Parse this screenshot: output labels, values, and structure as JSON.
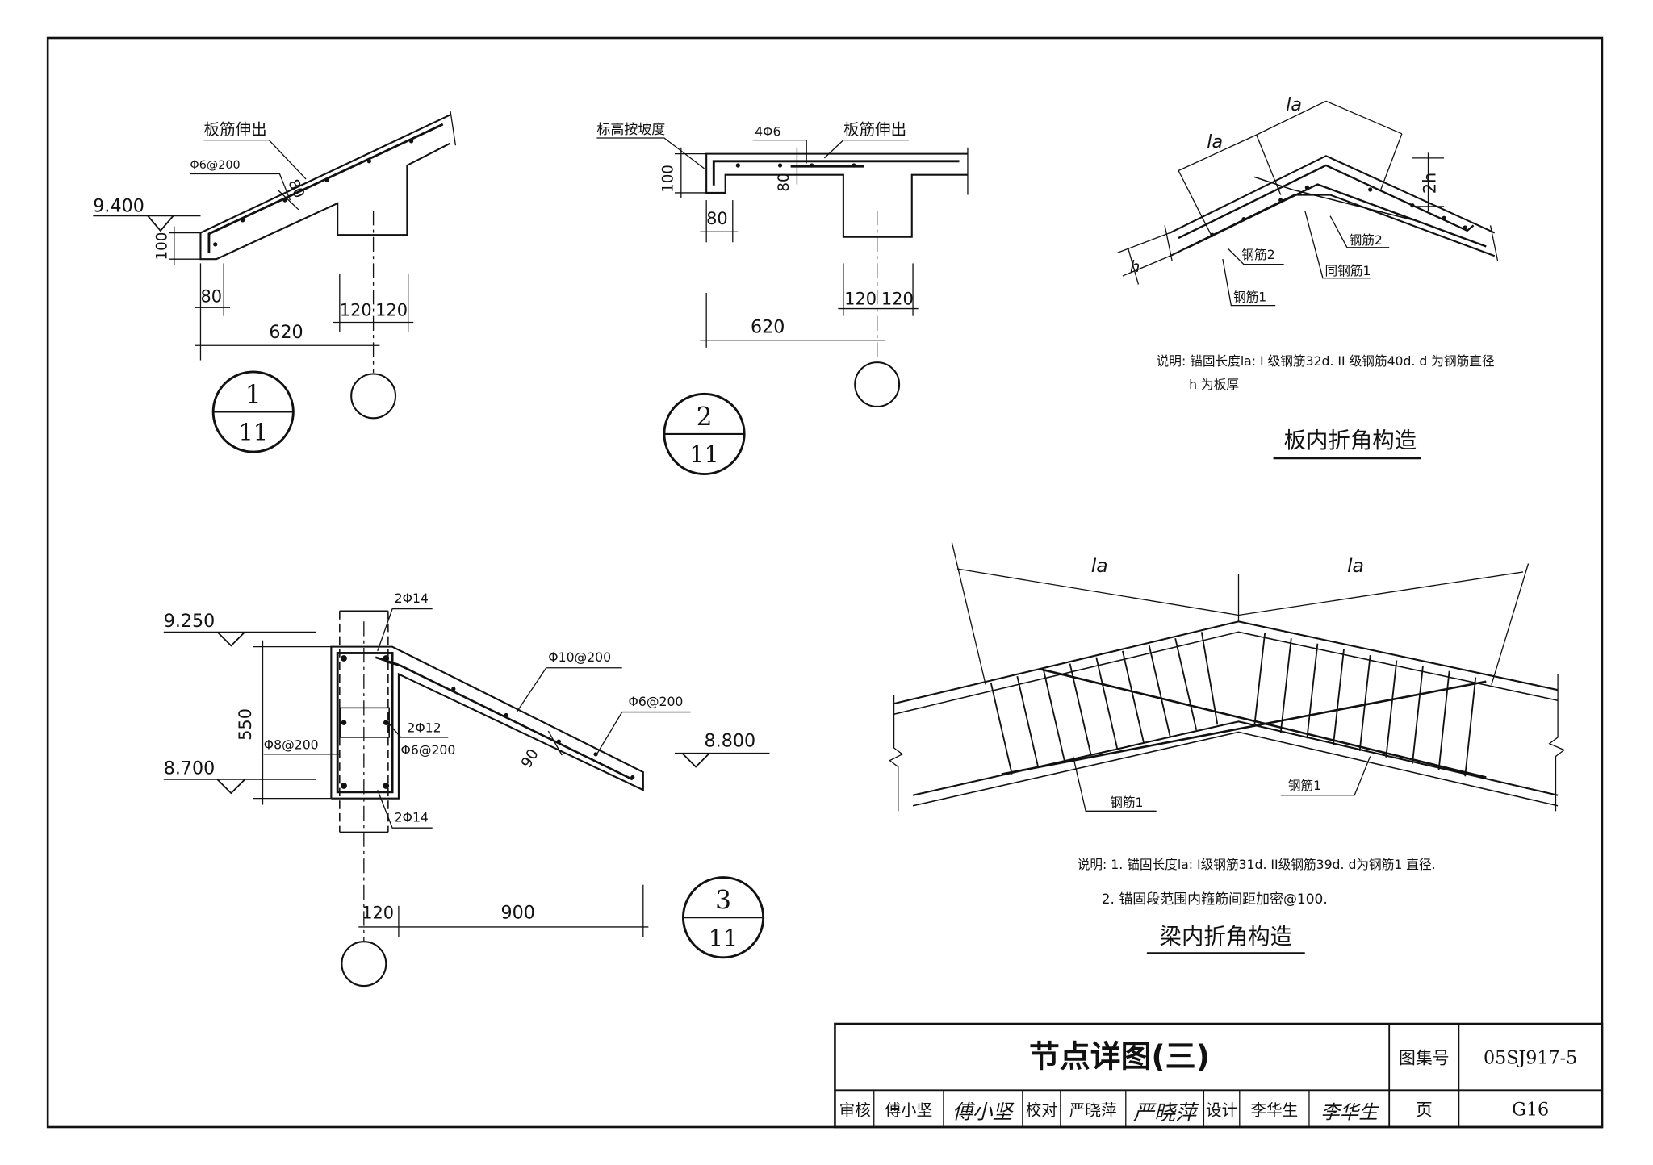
{
  "detail1": {
    "label_rebar_extend": "板筋伸出",
    "rebar_spec": "Φ6@200",
    "dim_thickness": "80",
    "elevation": "9.400",
    "dim_edge_height": "100",
    "dim_edge_width": "80",
    "dim_span": "620",
    "dim_wall_left": "120",
    "dim_wall_right": "120",
    "index_num": "1",
    "index_sheet": "11"
  },
  "detail2": {
    "label_elevation_slope": "标高按坡度",
    "rebar_top": "4Φ6",
    "label_rebar_extend": "板筋伸出",
    "dim_edge_height": "100",
    "dim_thickness": "80",
    "dim_edge_width": "80",
    "dim_span": "620",
    "dim_wall_left": "120",
    "dim_wall_right": "120",
    "index_num": "2",
    "index_sheet": "11"
  },
  "slab_fold": {
    "la_left": "la",
    "la_right": "la",
    "dim_2h": "2h",
    "dim_h": "h",
    "rebar2_left": "钢筋2",
    "rebar2_right": "钢筋2",
    "rebar1_same": "同钢筋1",
    "rebar1": "钢筋1",
    "note_line1": "说明: 锚固长度la: I 级钢筋32d. II 级钢筋40d. d 为钢筋直径",
    "note_line2": "h 为板厚",
    "title": "板内折角构造"
  },
  "detail3": {
    "elev_top": "9.250",
    "elev_bottom": "8.700",
    "elev_right": "8.800",
    "dim_height": "550",
    "rebar_top": "2Φ14",
    "rebar_bottom": "2Φ14",
    "rebar_mid": "2Φ12",
    "stirrup": "Φ8@200",
    "slab_main": "Φ10@200",
    "slab_dist": "Φ6@200",
    "slab_web": "Φ6@200",
    "dim_thickness": "90",
    "dim_wall": "120",
    "dim_span": "900",
    "index_num": "3",
    "index_sheet": "11"
  },
  "beam_fold": {
    "la_left": "la",
    "la_right": "la",
    "rebar1_left": "钢筋1",
    "rebar1_right": "钢筋1",
    "note_line1": "说明: 1. 锚固长度la: I级钢筋31d. II级钢筋39d. d为钢筋1 直径.",
    "note_line2": "2. 锚固段范围内箍筋间距加密@100.",
    "title": "梁内折角构造"
  },
  "title_block": {
    "drawing_title": "节点详图(三)",
    "atlas_label": "图集号",
    "atlas_number": "05SJ917-5",
    "review_label": "审核",
    "review_name": "傅小坚",
    "review_signature": "傅小坚",
    "check_label": "校对",
    "check_name": "严晓萍",
    "check_signature": "严晓萍",
    "design_label": "设计",
    "design_name": "李华生",
    "design_signature": "李华生",
    "page_label": "页",
    "page_number": "G16"
  }
}
